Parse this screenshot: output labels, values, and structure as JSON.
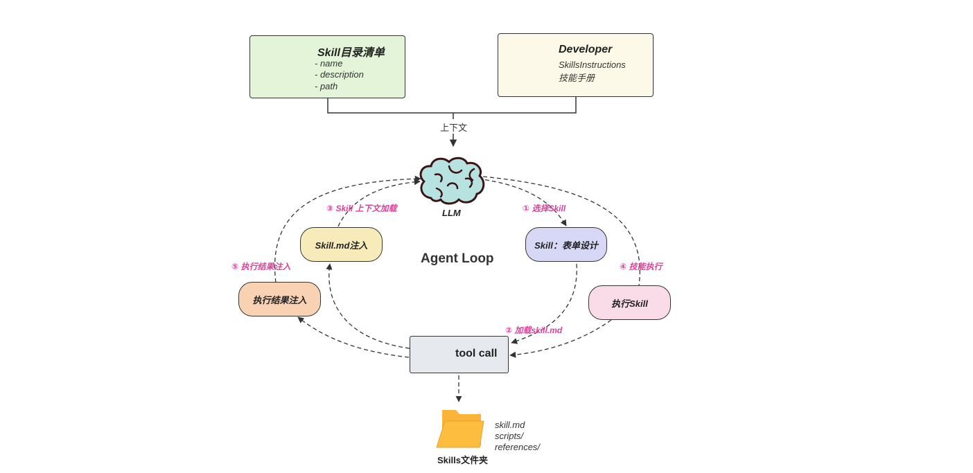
{
  "catalog": {
    "title": "Skill目录清单",
    "fields": [
      "- name",
      "- description",
      "- path"
    ]
  },
  "developer": {
    "title": "Developer",
    "line1": "SkillsInstructions",
    "line2": "技能手册"
  },
  "context_label": "上下文",
  "llm_label": "LLM",
  "center_title": "Agent Loop",
  "nodes": {
    "skill_md_inject": "Skill.md注入",
    "skill_form": "Skill：表单设计",
    "result_inject": "执行结果注入",
    "exec_skill": "执行Skill",
    "tool_call": "tool call"
  },
  "steps": {
    "s1": "① 选择Skill",
    "s2": "② 加载skill.md",
    "s3": "③ Skill 上下文加载",
    "s4": "④ 技能执行",
    "s5": "⑤ 执行结果注入"
  },
  "folder": {
    "label": "Skills文件夹",
    "files": [
      "skill.md",
      "scripts/",
      "references/"
    ]
  },
  "colors": {
    "catalog_bg": "#e3f4d8",
    "developer_bg": "#fcf9e8",
    "skill_md_bg": "#f7ecb9",
    "skill_form_bg": "#d6d8f6",
    "result_bg": "#f8d2b2",
    "exec_bg": "#fadbe8",
    "tool_bg": "#e6eaee",
    "step_text": "#e0409a",
    "brain": "#b6e2e0",
    "folder": "#fbb33a"
  }
}
